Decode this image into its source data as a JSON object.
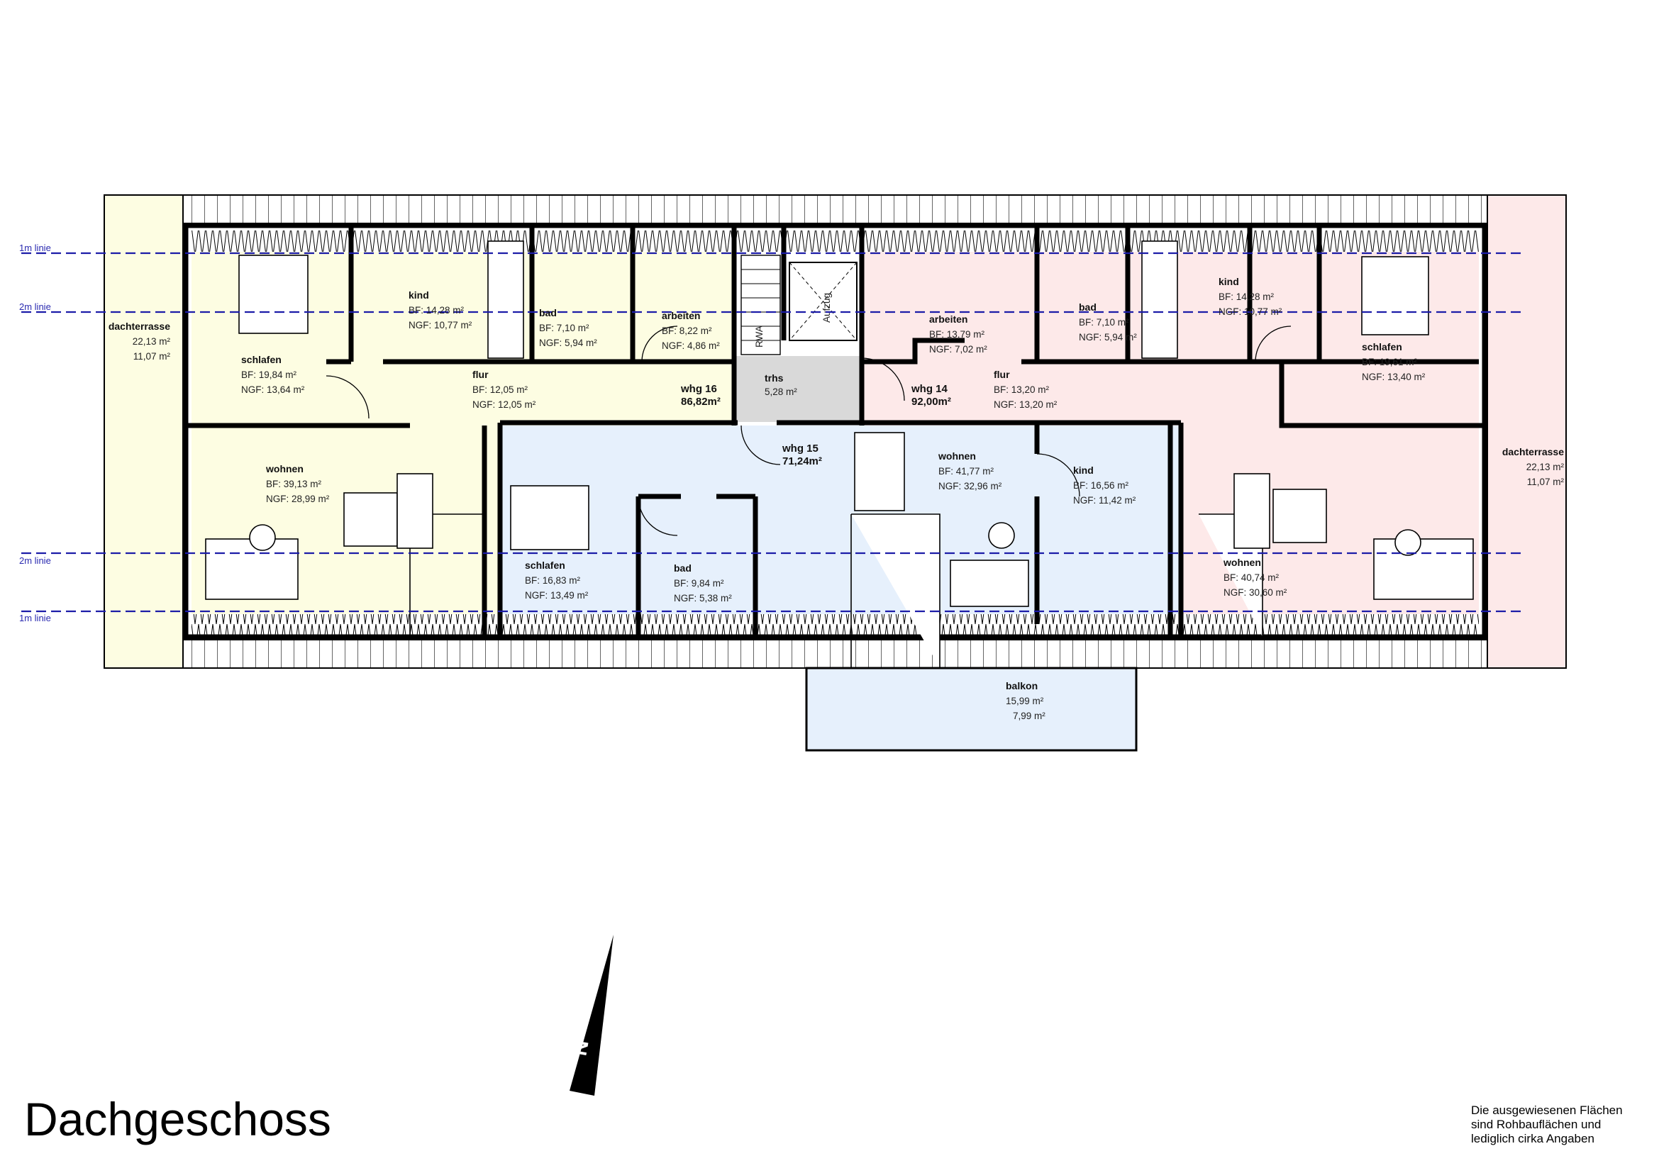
{
  "title": "Dachgeschoss",
  "note": [
    "Die ausgewiesenen Flächen",
    "sind Rohbauflächen und",
    "lediglich cirka Angaben"
  ],
  "colors": {
    "whg16": "#fdfde2",
    "whg14": "#fde9e9",
    "whg15": "#e6f0fc",
    "trhs": "#d9d9d9",
    "height_line": "#1c1ca8"
  },
  "height_lines": [
    "1m linie",
    "2m linie",
    "2m linie",
    "1m linie"
  ],
  "labels": {
    "bf": "BF:",
    "ngf": "NGF:",
    "rwa": "RWA",
    "aufzug": "Aufzug",
    "north": "N"
  },
  "units": [
    {
      "name": "whg 16",
      "area": "86,82m²"
    },
    {
      "name": "whg 14",
      "area": "92,00m²"
    },
    {
      "name": "whg 15",
      "area": "71,24m²"
    }
  ],
  "stairwell": {
    "name": "trhs",
    "area": "5,28 m²"
  },
  "rooms": [
    {
      "name": "dachterrasse",
      "bf": "22,13 m²",
      "ngf": "11,07 m²",
      "plain": true
    },
    {
      "name": "schlafen",
      "bf": "19,84 m²",
      "ngf": "13,64 m²"
    },
    {
      "name": "kind",
      "bf": "14,28 m²",
      "ngf": "10,77 m²"
    },
    {
      "name": "bad",
      "bf": "7,10 m²",
      "ngf": "5,94 m²"
    },
    {
      "name": "arbeiten",
      "bf": "8,22 m²",
      "ngf": "4,86 m²"
    },
    {
      "name": "flur",
      "bf": "12,05 m²",
      "ngf": "12,05 m²"
    },
    {
      "name": "wohnen",
      "bf": "39,13 m²",
      "ngf": "28,99 m²"
    },
    {
      "name": "schlafen",
      "bf": "16,83 m²",
      "ngf": "13,49 m²"
    },
    {
      "name": "bad",
      "bf": "9,84 m²",
      "ngf": "5,38 m²"
    },
    {
      "name": "wohnen",
      "bf": "41,77 m²",
      "ngf": "32,96 m²"
    },
    {
      "name": "kind",
      "bf": "16,56 m²",
      "ngf": "11,42 m²"
    },
    {
      "name": "arbeiten",
      "bf": "13,79 m²",
      "ngf": "7,02 m²"
    },
    {
      "name": "flur",
      "bf": "13,20 m²",
      "ngf": "13,20 m²"
    },
    {
      "name": "bad",
      "bf": "7,10 m²",
      "ngf": "5,94 m²"
    },
    {
      "name": "kind",
      "bf": "14,28 m²",
      "ngf": "10,77 m²"
    },
    {
      "name": "schlafen",
      "bf": "19,61 m²",
      "ngf": "13,40 m²"
    },
    {
      "name": "wohnen",
      "bf": "40,74 m²",
      "ngf": "30,60 m²"
    },
    {
      "name": "dachterrasse",
      "bf": "22,13 m²",
      "ngf": "11,07 m²",
      "plain": true,
      "right": true
    },
    {
      "name": "balkon",
      "bf": "15,99 m²",
      "ngf": "7,99 m²",
      "plain": true
    }
  ]
}
